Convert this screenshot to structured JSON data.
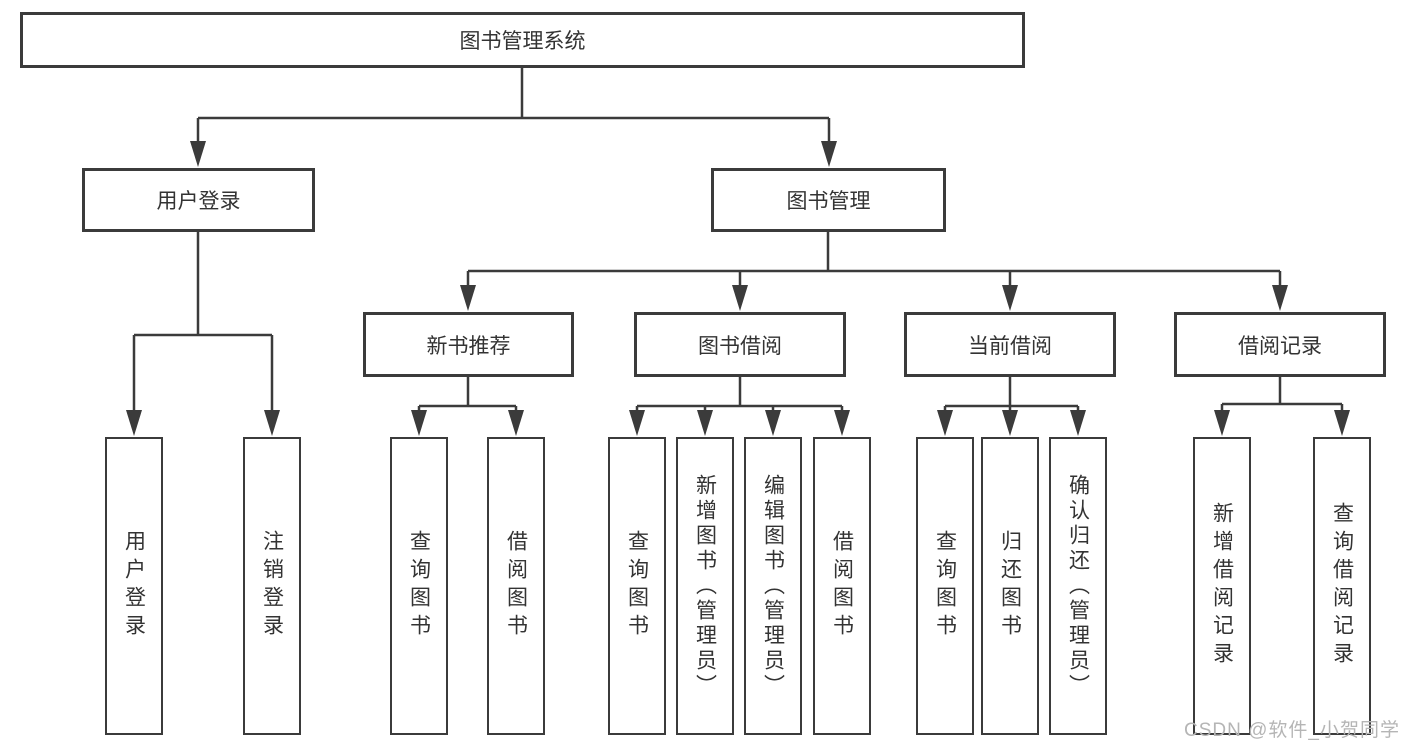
{
  "root": {
    "label": "图书管理系统"
  },
  "level2": {
    "user_login": {
      "label": "用户登录"
    },
    "book_mgmt": {
      "label": "图书管理"
    }
  },
  "level3": {
    "new_books": {
      "label": "新书推荐"
    },
    "borrowing": {
      "label": "图书借阅"
    },
    "current": {
      "label": "当前借阅"
    },
    "records": {
      "label": "借阅记录"
    }
  },
  "leaves": {
    "user_login_action": {
      "label": "用户登录"
    },
    "logout": {
      "label": "注销登录"
    },
    "nb_query_books": {
      "label": "查询图书"
    },
    "nb_borrow_books": {
      "label": "借阅图书"
    },
    "bb_query_books": {
      "label": "查询图书"
    },
    "bb_add_books": {
      "label": "新增图书（管理员）"
    },
    "bb_edit_books": {
      "label": "编辑图书（管理员）"
    },
    "bb_borrow_books": {
      "label": "借阅图书"
    },
    "cb_query_books": {
      "label": "查询图书"
    },
    "cb_return_books": {
      "label": "归还图书"
    },
    "cb_confirm_return": {
      "label": "确认归还（管理员）"
    },
    "br_add_record": {
      "label": "新增借阅记录"
    },
    "br_query_record": {
      "label": "查询借阅记录"
    }
  },
  "watermark": {
    "text": "CSDN @软件_小贺同学"
  },
  "colors": {
    "line": "#3b3b3b",
    "text": "#333333",
    "watermark": "#b5b5b5",
    "background": "#ffffff"
  }
}
